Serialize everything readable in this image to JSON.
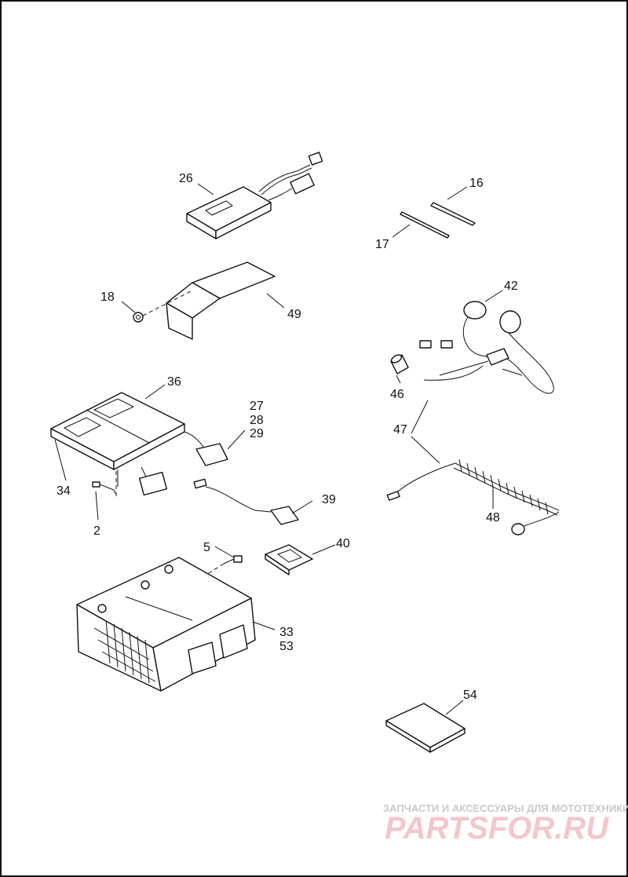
{
  "callouts": {
    "c2": "2",
    "c5": "5",
    "c16": "16",
    "c17": "17",
    "c18": "18",
    "c26": "26",
    "c27": "27",
    "c28": "28",
    "c29": "29",
    "c33": "33",
    "c53": "53",
    "c34": "34",
    "c36": "36",
    "c39": "39",
    "c40": "40",
    "c42": "42",
    "c46": "46",
    "c47": "47",
    "c48": "48",
    "c49": "49",
    "c54": "54"
  },
  "watermark": {
    "tagline": "ЗАПЧАСТИ И АКСЕССУАРЫ ДЛЯ МОТОТЕХНИКИ",
    "logo": "PARTSFOR.RU"
  },
  "colors": {
    "line": "#111111",
    "watermark_logo": "#f2c7cc",
    "watermark_text": "#c9c9c9"
  }
}
